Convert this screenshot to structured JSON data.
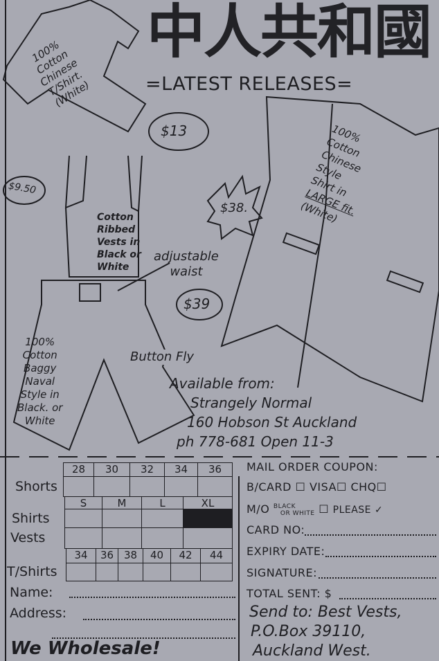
{
  "header": {
    "chinese_title": "中人共和國",
    "subtitle": "=LATEST RELEASES="
  },
  "products": {
    "tshirt": {
      "lines": [
        "100%",
        "Cotton",
        "Chinese",
        "T/Shirt.",
        "(White)"
      ],
      "price": "$13"
    },
    "vest": {
      "lines": [
        "Cotton",
        "Ribbed",
        "Vests in",
        "Black or",
        "White"
      ],
      "price": "$9.50"
    },
    "shorts": {
      "lines": [
        "100%",
        "Cotton",
        "Baggy",
        "Naval",
        "Style in",
        "Black. or",
        "White"
      ],
      "price": "$39",
      "waist_note": [
        "adjustable",
        "waist"
      ],
      "fly_note": "Button Fly"
    },
    "shirt": {
      "lines": [
        "100%",
        "Cotton",
        "Chinese",
        "Style",
        "Shirt in",
        "LARGE fit.",
        "(White)"
      ],
      "price": "$38."
    }
  },
  "store": {
    "lines": [
      "Available from:",
      "Strangely Normal",
      "160 Hobson St Auckland",
      "ph 778-681 Open 11-3"
    ]
  },
  "order_form": {
    "shorts_label": "Shorts",
    "shorts_sizes": [
      "28",
      "30",
      "32",
      "34",
      "36"
    ],
    "shirt_sizes": [
      "S",
      "M",
      "L",
      "XL"
    ],
    "shirts_label": "Shirts",
    "vests_label": "Vests",
    "tshirt_label": "T/Shirts",
    "tshirt_sizes": [
      "34",
      "36",
      "38",
      "40",
      "42",
      "44"
    ],
    "name_label": "Name:",
    "address_label": "Address:",
    "wholesale": "We Wholesale!"
  },
  "coupon": {
    "title": "MAIL ORDER COUPON:",
    "bcard": "B/CARD",
    "visa": "VISA",
    "chq": "CHQ",
    "mo": "M/O",
    "black_or_white_1": "BLACK",
    "black_or_white_2": "OR WHITE",
    "please": "PLEASE ✓",
    "card_no": "CARD NO:",
    "expiry": "EXPIRY DATE:",
    "signature": "SIGNATURE:",
    "total": "TOTAL SENT: $",
    "send_to": "Send to: Best Vests,",
    "po_box": "P.O.Box 39110,",
    "city": "Auckland West."
  },
  "colors": {
    "paper": "#a8a9b2",
    "ink": "#1e1e22"
  }
}
